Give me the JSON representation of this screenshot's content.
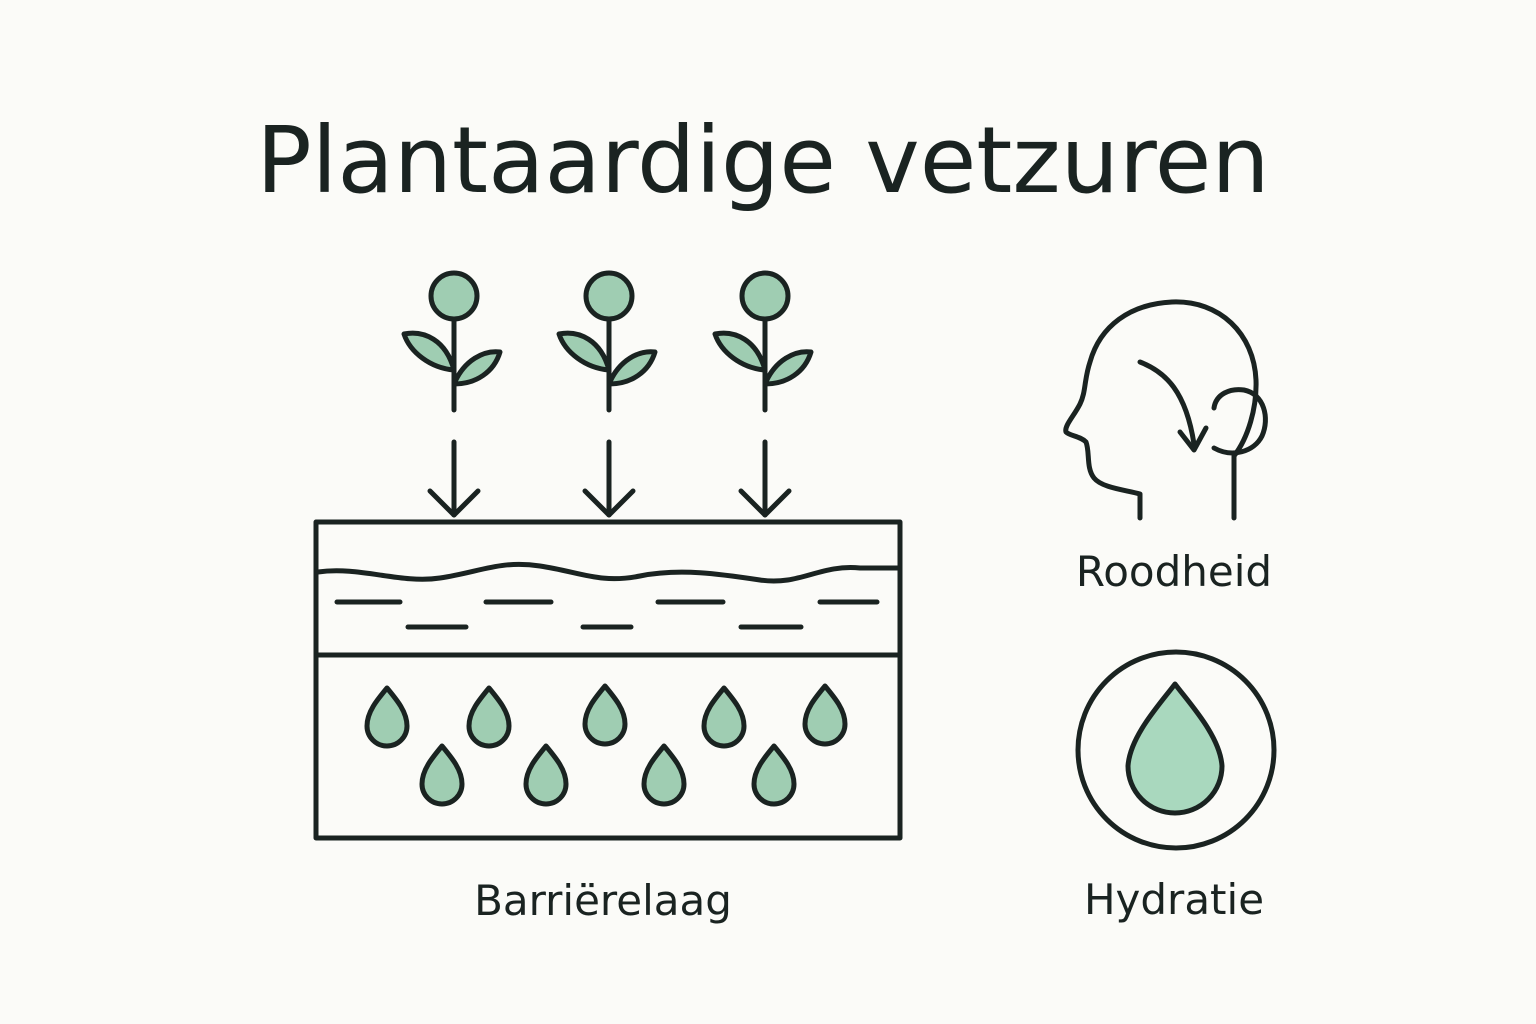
{
  "title": "Plantaardige vetzuren",
  "labels": {
    "barrier": "Barriërelaag",
    "redness": "Roodheid",
    "hydration": "Hydratie"
  },
  "colors": {
    "stroke": "#1a2321",
    "green_fill": "#9fcdb2",
    "light_green_fill": "#a9d8be",
    "background": "#fbfbf8"
  },
  "icons": {
    "plants": [
      "plant-icon",
      "plant-icon",
      "plant-icon"
    ],
    "arrows": [
      "arrow-down-icon",
      "arrow-down-icon",
      "arrow-down-icon"
    ],
    "head": "head-profile-icon",
    "drop": "water-drop-icon"
  }
}
